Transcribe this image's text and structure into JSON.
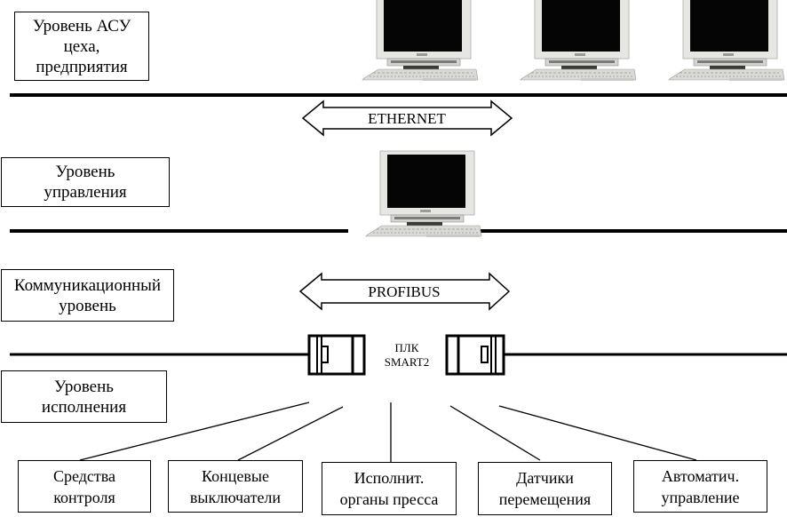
{
  "levels": {
    "enterprise": [
      "Уровень АСУ",
      "цеха,",
      "предприятия"
    ],
    "control": [
      "Уровень",
      "управления"
    ],
    "communication": [
      "Коммуникационный",
      "уровень"
    ],
    "execution": [
      "Уровень",
      "исполнения"
    ]
  },
  "buses": {
    "top": "ETHERNET",
    "middle": "PROFIBUS"
  },
  "plc": {
    "line1": "ПЛК",
    "line2": "SMART2"
  },
  "devices": [
    [
      "Средства",
      "контроля"
    ],
    [
      "Концевые",
      "выключатели"
    ],
    [
      "Исполнит.",
      "органы пресса"
    ],
    [
      "Датчики",
      "перемещения"
    ],
    [
      "Автоматич.",
      "управление"
    ]
  ],
  "workstations": {
    "enterprise_count": 3,
    "control_count": 1
  }
}
